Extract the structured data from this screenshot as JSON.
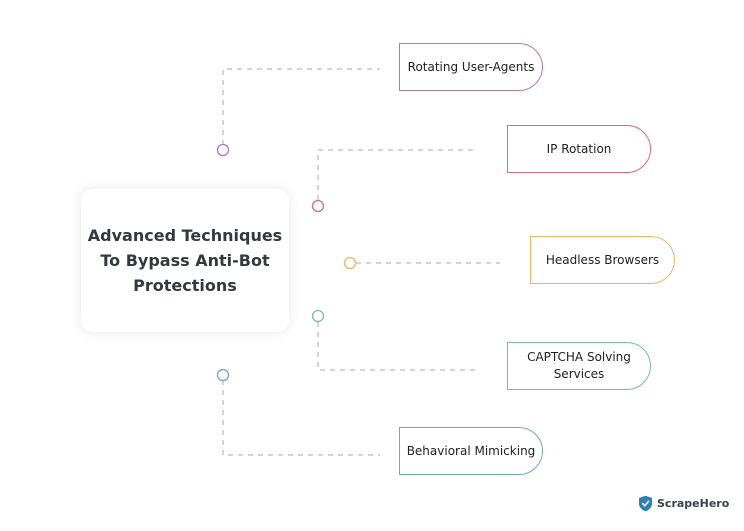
{
  "title": "Advanced Techniques To Bypass Anti-Bot Protections",
  "techniques": [
    {
      "label": "Rotating User-Agents",
      "color": "#a87ac7"
    },
    {
      "label": "IP Rotation",
      "color": "#d86a7c"
    },
    {
      "label": "Headless Browsers",
      "color": "#e9b566"
    },
    {
      "label": "CAPTCHA Solving Services",
      "color": "#79bf9f"
    },
    {
      "label": "Behavioral Mimicking",
      "color": "#6fa9c8"
    }
  ],
  "brand": {
    "name": "ScrapeHero",
    "icon": "shield-icon",
    "color": "#2b7fb8"
  }
}
